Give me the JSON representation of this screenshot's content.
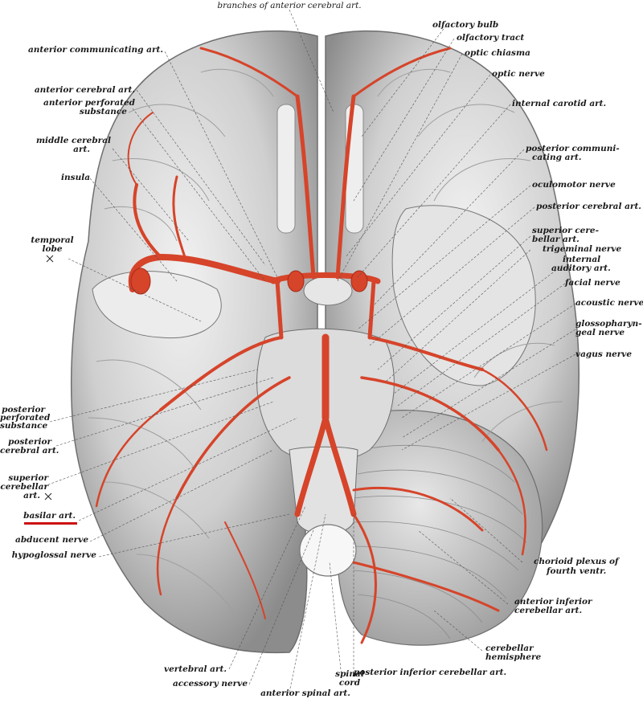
{
  "labels": {
    "branches_acerebral": "branches of anterior cerebral art.",
    "anterior_communicating": "anterior communicating art.",
    "anterior_cerebral": "anterior cerebral art.",
    "anterior_perforated_1": "anterior perforated",
    "anterior_perforated_2": "substance",
    "middle_cerebral_1": "middle cerebral",
    "middle_cerebral_2": "art.",
    "insula": "insula",
    "temporal_lobe_1": "temporal",
    "temporal_lobe_2": "lobe",
    "posterior_perforated_1": "posterior",
    "posterior_perforated_2": "perforated",
    "posterior_perforated_3": "substance",
    "posterior_cerebral_left_1": "posterior",
    "posterior_cerebral_left_2": "cerebral art.",
    "superior_cerebellar_left_1": "superior",
    "superior_cerebellar_left_2": "cerebellar",
    "superior_cerebellar_left_3": "art.",
    "basilar": "basilar art.",
    "abducent": "abducent nerve",
    "hypoglossal": "hypoglossal nerve",
    "vertebral": "vertebral art.",
    "accessory": "accessory nerve",
    "anterior_spinal": "anterior spinal art.",
    "spinal_cord_1": "spinal",
    "spinal_cord_2": "cord",
    "posterior_inferior_cerebellar": "posterior inferior cerebellar art.",
    "olfactory_bulb": "olfactory bulb",
    "olfactory_tract": "olfactory tract",
    "optic_chiasma": "optic chiasma",
    "optic_nerve": "optic nerve",
    "internal_carotid": "internal carotid art.",
    "posterior_communicating_1": "posterior communi-",
    "posterior_communicating_2": "cating art.",
    "oculomotor": "oculomotor nerve",
    "posterior_cerebral_right": "posterior cerebral art.",
    "superior_cerebellar_right_1": "superior cere-",
    "superior_cerebellar_right_2": "bellar art.",
    "trigeminal": "trigeminal nerve",
    "internal_auditory_1": "internal",
    "internal_auditory_2": "auditory art.",
    "facial": "facial nerve",
    "acoustic": "acoustic nerve",
    "glossopharyngeal_1": "glossopharyn-",
    "glossopharyngeal_2": "geal nerve",
    "vagus": "vagus nerve",
    "chorioid_1": "chorioid plexus of",
    "chorioid_2": "fourth ventr.",
    "anterior_inferior_cerebellar_1": "anterior inferior",
    "anterior_inferior_cerebellar_2": "cerebellar art.",
    "cerebellar_hemisphere_1": "cerebellar",
    "cerebellar_hemisphere_2": "hemisphere"
  },
  "colors": {
    "artery": "#d6442a",
    "artery_dark": "#a82a18",
    "brain": "#d9d9d9",
    "brain_shadow": "#8a8a8a",
    "leader": "#555555",
    "highlight": "#cc1111"
  }
}
